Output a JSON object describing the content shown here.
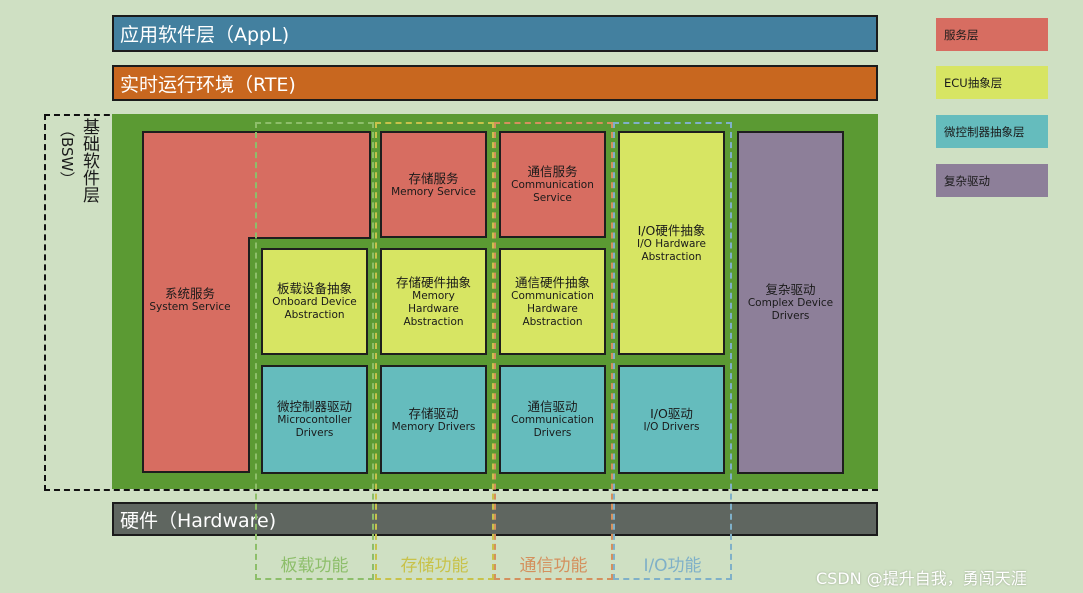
{
  "layers": {
    "appl": {
      "label": "应用软件层（AppL)",
      "color": "#43809f"
    },
    "rte": {
      "label": "实时运行环境（RTE)",
      "color": "#c8671f"
    },
    "bsw": {
      "label_line1": "基础软件层",
      "label_line2": "（BSW）"
    },
    "hardware": {
      "label": "硬件（Hardware)",
      "color": "#5f6660"
    }
  },
  "blocks": {
    "system_service": {
      "zh": "系统服务",
      "en": "System Service"
    },
    "memory_service": {
      "zh": "存储服务",
      "en": "Memory  Service"
    },
    "communication_service": {
      "zh": "通信服务",
      "en": "Communication\nService"
    },
    "onboard_device_abstraction": {
      "zh": "板载设备抽象",
      "en": "Onboard Device\nAbstraction"
    },
    "memory_hw_abstraction": {
      "zh": "存储硬件抽象",
      "en": "Memory\nHardware\nAbstraction"
    },
    "communication_hw_abstraction": {
      "zh": "通信硬件抽象",
      "en": "Communication\nHardware\nAbstraction"
    },
    "io_hw_abstraction": {
      "zh": "I/O硬件抽象",
      "en": "I/O Hardware\nAbstraction"
    },
    "complex_device_drivers": {
      "zh": "复杂驱动",
      "en": "Complex Device\nDrivers"
    },
    "microcontroller_drivers": {
      "zh": "微控制器驱动",
      "en": "Microcontoller\nDrivers"
    },
    "memory_drivers": {
      "zh": "存储驱动",
      "en": "Memory  Drivers"
    },
    "communication_drivers": {
      "zh": "通信驱动",
      "en": "Communication\nDrivers"
    },
    "io_drivers": {
      "zh": "I/O驱动",
      "en": "I/O Drivers"
    }
  },
  "function_groups": [
    {
      "label": "板载功能",
      "color": "#8dbe6a"
    },
    {
      "label": "存储功能",
      "color": "#c8c24a"
    },
    {
      "label": "通信功能",
      "color": "#d4905d"
    },
    {
      "label": "I/O功能",
      "color": "#7fb0c8"
    }
  ],
  "legend": [
    {
      "label": "服务层",
      "color": "#d76d61"
    },
    {
      "label": "ECU抽象层",
      "color": "#d7e563"
    },
    {
      "label": "微控制器抽象层",
      "color": "#65bcbd"
    },
    {
      "label": "复杂驱动",
      "color": "#8d7f99"
    }
  ],
  "watermark": "CSDN @提升自我，勇闯天涯"
}
